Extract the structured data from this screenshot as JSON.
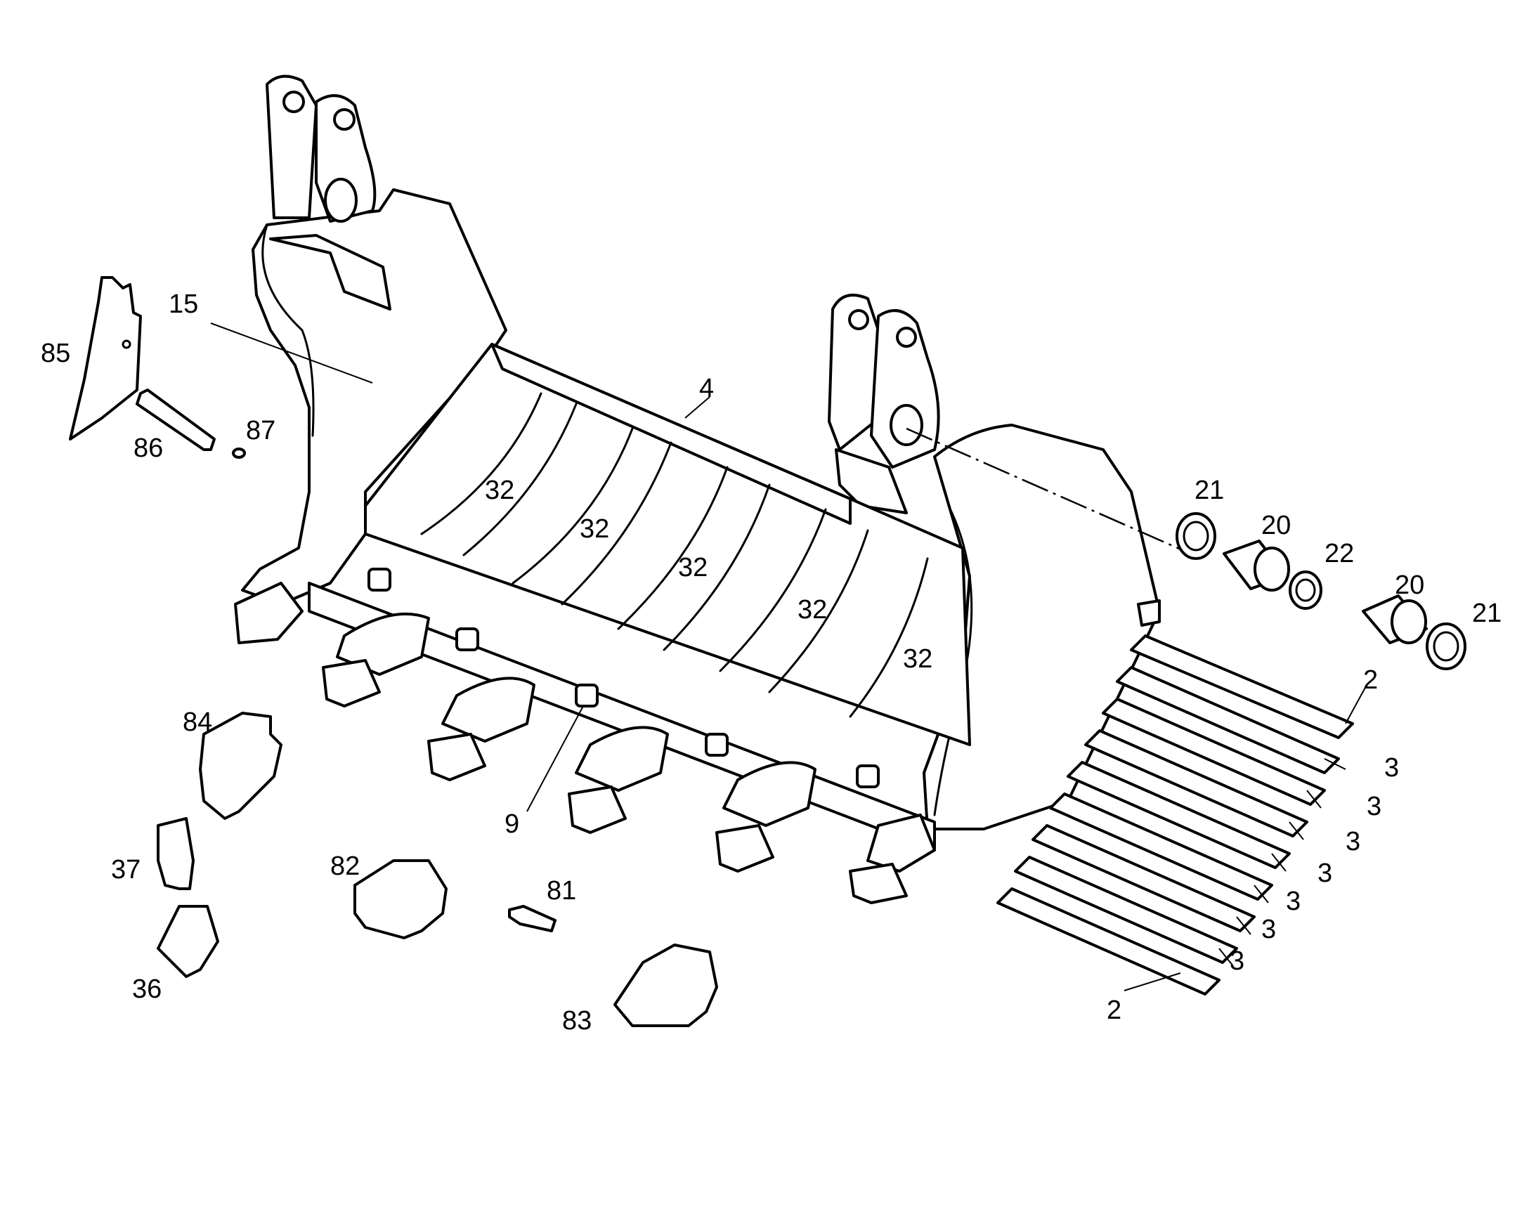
{
  "callouts": {
    "c2a": "2",
    "c2b": "2",
    "c3a": "3",
    "c3b": "3",
    "c3c": "3",
    "c3d": "3",
    "c3e": "3",
    "c3f": "3",
    "c3g": "3",
    "c4": "4",
    "c9": "9",
    "c15": "15",
    "c20a": "20",
    "c20b": "20",
    "c21a": "21",
    "c21b": "21",
    "c22": "22",
    "c32a": "32",
    "c32b": "32",
    "c32c": "32",
    "c32d": "32",
    "c32e": "32",
    "c36": "36",
    "c37": "37",
    "c81": "81",
    "c82": "82",
    "c83": "83",
    "c84": "84",
    "c85": "85",
    "c86": "86",
    "c87": "87"
  }
}
